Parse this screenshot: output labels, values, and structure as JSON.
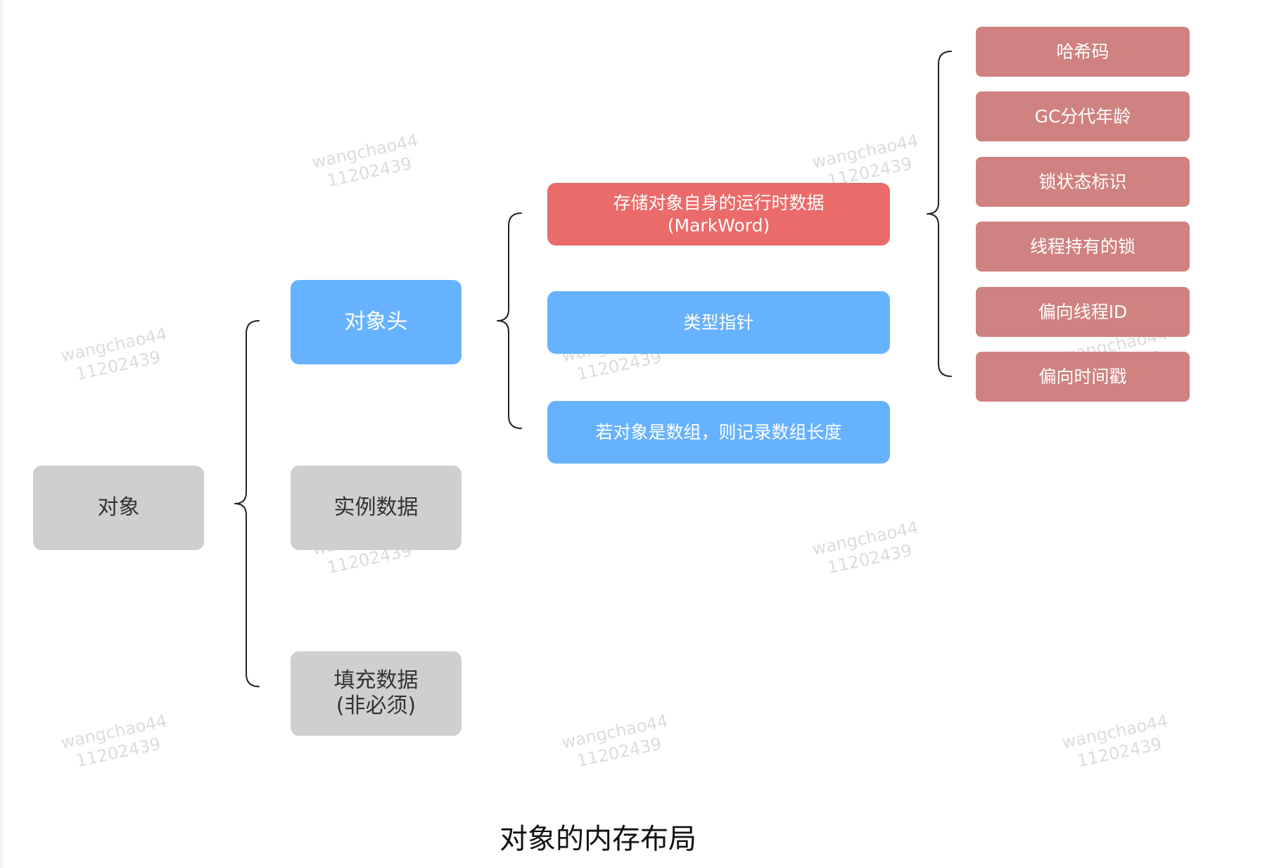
{
  "colors": {
    "gray": "#cfcfcf",
    "blue": "#67b2ff",
    "red": "#ea6b6a",
    "pink": "#cf827f"
  },
  "nodes": {
    "root": "对象",
    "header": "对象头",
    "instance_data": "实例数据",
    "padding": "填充数据\n(非必须)"
  },
  "header_parts": {
    "markword": "存储对象自身的运行时数据\n(MarkWord)",
    "klass_pointer": "类型指针",
    "array_length": "若对象是数组，则记录数组长度"
  },
  "markword_fields": [
    "哈希码",
    "GC分代年龄",
    "锁状态标识",
    "线程持有的锁",
    "偏向线程ID",
    "偏向时间戳"
  ],
  "watermark": {
    "name": "wangchao44",
    "id": "11202439"
  },
  "caption": "对象的内存布局"
}
